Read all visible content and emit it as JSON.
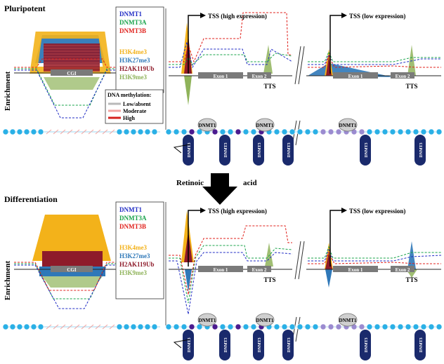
{
  "panels": [
    {
      "title": "Pluripotent",
      "ylabel": "Enrichment",
      "cgi": "CGI",
      "enzymes": [
        {
          "label": "DNMT1",
          "color": "#1f2bc4"
        },
        {
          "label": "DNMT3A",
          "color": "#17a34a"
        },
        {
          "label": "DNMT3B",
          "color": "#e0201b"
        }
      ],
      "marks": [
        {
          "label": "H3K4me3",
          "color": "#f3b21a"
        },
        {
          "label": "H3K27me3",
          "color": "#2f78b8"
        },
        {
          "label": "H2AK119Ub",
          "color": "#8e1b2a"
        },
        {
          "label": "H3K9me3",
          "color": "#8fb35a"
        }
      ],
      "methylation_legend": {
        "title": "DNA methylation:",
        "levels": [
          {
            "label": "Low/absent",
            "color": "#b9b9b9"
          },
          {
            "label": "Moderate",
            "color": "#f2a3a0"
          },
          {
            "label": "High",
            "color": "#d6201c"
          }
        ]
      },
      "gene_high": {
        "tss": "TSS (high expression)",
        "exon1": "Exon 1",
        "exon2": "Exon 2",
        "tts": "TTS"
      },
      "gene_low": {
        "tss": "TSS (low expression)",
        "exon1": "Exon 1",
        "exon2": "Exon 2",
        "tts": "TTS"
      },
      "nucleosome": "DNMT1",
      "bound_enzyme": "DNMT3"
    },
    {
      "title": "Differentiation",
      "ylabel": "Enrichment",
      "cgi": "CGI",
      "enzymes": [
        {
          "label": "DNMT1",
          "color": "#1f2bc4"
        },
        {
          "label": "DNMT3A",
          "color": "#17a34a"
        },
        {
          "label": "DNMT3B",
          "color": "#e0201b"
        }
      ],
      "marks": [
        {
          "label": "H3K4me3",
          "color": "#f3b21a"
        },
        {
          "label": "H3K27me3",
          "color": "#2f78b8"
        },
        {
          "label": "H2AK119Ub",
          "color": "#8e1b2a"
        },
        {
          "label": "H3K9me3",
          "color": "#8fb35a"
        }
      ],
      "gene_high": {
        "tss": "TSS (high expression)",
        "exon1": "Exon 1",
        "exon2": "Exon 2",
        "tts": "TTS"
      },
      "gene_low": {
        "tss": "TSS (low expression)",
        "exon1": "Exon 1",
        "exon2": "Exon 2",
        "tts": "TTS"
      },
      "nucleosome": "DNMT1",
      "bound_enzyme": "DNMT3"
    }
  ],
  "transition": {
    "left": "Retinoic",
    "right": "acid"
  }
}
